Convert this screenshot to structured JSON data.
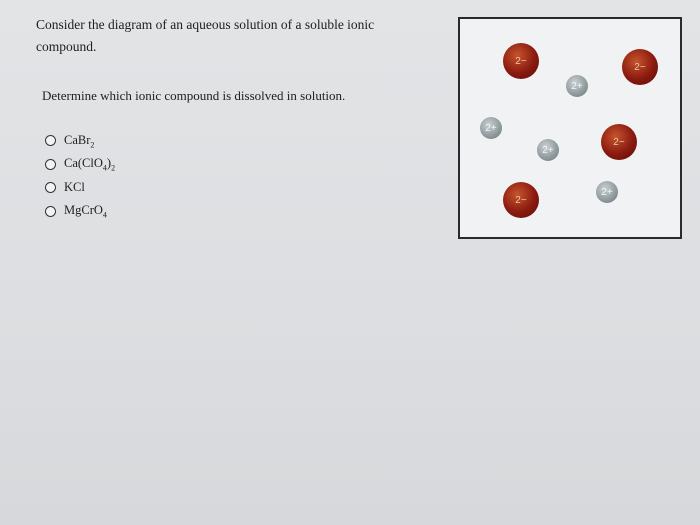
{
  "question": {
    "text": "Consider the diagram of an aqueous solution of a soluble ionic compound.",
    "prompt": "Determine which ionic compound is dissolved in solution."
  },
  "options": [
    {
      "name": "option-cabr2",
      "parts": [
        "CaBr",
        "2"
      ]
    },
    {
      "name": "option-ca-clo4-2",
      "parts": [
        "Ca(ClO",
        "4",
        ")",
        "2"
      ]
    },
    {
      "name": "option-kcl",
      "parts": [
        "KCl"
      ]
    },
    {
      "name": "option-mgcro4",
      "parts": [
        "MgCrO",
        "4"
      ]
    }
  ],
  "diagram": {
    "anions": [
      "2−",
      "2−",
      "2−",
      "2−"
    ],
    "cations": [
      "2+",
      "2+",
      "2+",
      "2+"
    ],
    "colors": {
      "anion": "#8a1a10",
      "cation": "#8e999c"
    }
  }
}
